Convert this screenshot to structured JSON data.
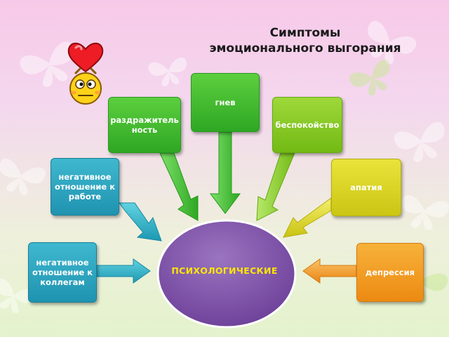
{
  "title": {
    "line1": "Симптомы",
    "line2": "эмоционального выгорания"
  },
  "center": {
    "label": "ПСИХОЛОГИЧЕСКИЕ",
    "color": "#7f53a8"
  },
  "symptoms": {
    "colleagues": {
      "line1": "негативное",
      "line2": "отношение к",
      "line3": "коллегам"
    },
    "work": {
      "line1": "негативное",
      "line2": "отношение к",
      "line3": "работе"
    },
    "irritability": {
      "line1": "раздражитель",
      "line2": "ность"
    },
    "anger": {
      "label": "гнев"
    },
    "anxiety": {
      "label": "беспокойство"
    },
    "apathy": {
      "label": "апатия"
    },
    "depression": {
      "label": "депрессия"
    }
  },
  "colors": {
    "teal": "#2aa3bf",
    "green": "#3dbb2e",
    "lime": "#85c820",
    "yellow": "#dcd525",
    "orange": "#f29a22",
    "purple": "#7f53a8"
  },
  "icons": [
    "heart-icon",
    "smiley-icon",
    "butterfly-icon"
  ]
}
